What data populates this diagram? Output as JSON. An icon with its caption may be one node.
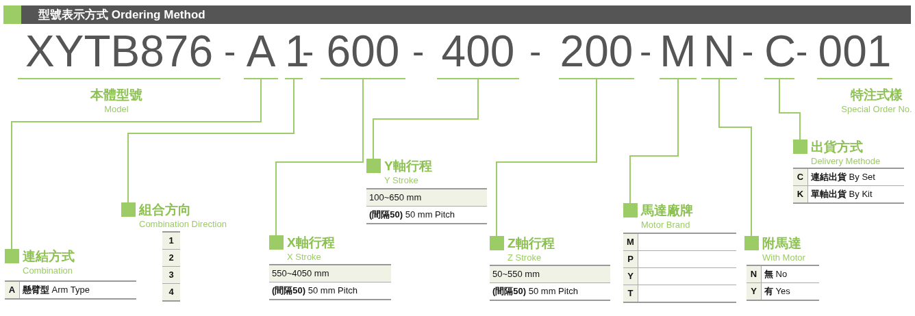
{
  "diagram": {
    "title": "型號表示方式 Ordering Method",
    "nodes": [
      {
        "text": [
          "XYTB876"
        ]
      },
      {
        "text": [
          "A"
        ]
      },
      {
        "text": [
          "1"
        ]
      },
      {
        "text": [
          "600"
        ]
      },
      {
        "text": [
          "400"
        ]
      },
      {
        "text": [
          "200"
        ]
      },
      {
        "text": [
          "M"
        ]
      },
      {
        "text": [
          "N"
        ]
      },
      {
        "text": [
          "C"
        ]
      },
      {
        "text": [
          "001"
        ]
      },
      {
        "text": [
          "本體型號",
          "Model"
        ]
      },
      {
        "text": [
          "連結方式",
          "Combination"
        ]
      },
      {
        "text": [
          "組合方向",
          "Combination Direction"
        ]
      },
      {
        "text": [
          "X軸行程",
          "X Stroke"
        ]
      },
      {
        "text": [
          "Y軸行程",
          "Y Stroke"
        ]
      },
      {
        "text": [
          "Z軸行程",
          "Z Stroke"
        ]
      },
      {
        "text": [
          "馬達廠牌",
          "Motor Brand"
        ]
      },
      {
        "text": [
          "附馬達",
          "With Motor"
        ]
      },
      {
        "text": [
          "出貨方式",
          "Delivery Methode"
        ]
      },
      {
        "text": [
          "特注式樣",
          "Special Order No."
        ]
      }
    ],
    "edges": [
      {
        "from": 1,
        "to": 11,
        "arrow": "none"
      },
      {
        "from": 2,
        "to": 12,
        "arrow": "none"
      },
      {
        "from": 3,
        "to": 13,
        "arrow": "none"
      },
      {
        "from": 4,
        "to": 14,
        "arrow": "none"
      },
      {
        "from": 5,
        "to": 15,
        "arrow": "none"
      },
      {
        "from": 6,
        "to": 16,
        "arrow": "none"
      },
      {
        "from": 7,
        "to": 17,
        "arrow": "none"
      },
      {
        "from": 8,
        "to": 18,
        "arrow": "none"
      }
    ],
    "labels": [
      "-",
      "-",
      "-",
      "-",
      "-",
      "-",
      "-",
      "A",
      "**懸臂型** Arm Type",
      "1",
      "2",
      "3",
      "4",
      "550~4050 mm",
      "**(間隔50)** 50 mm Pitch",
      "100~650 mm",
      "**(間隔50)** 50 mm Pitch",
      "50~550 mm",
      "**(間隔50)** 50 mm Pitch",
      "M",
      "P",
      "Y",
      "T",
      "N",
      "**無** No",
      "Y",
      "**有** Yes",
      "C",
      "**連結出貨** By Set",
      "K",
      "**單軸出貨** By Kit"
    ]
  }
}
